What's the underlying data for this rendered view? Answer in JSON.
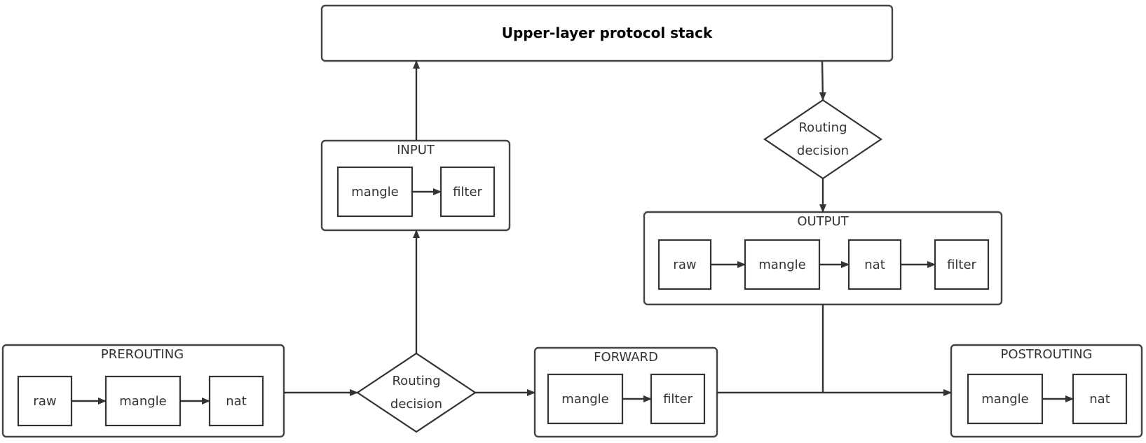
{
  "top_box": {
    "label": "Upper-layer protocol stack"
  },
  "chains": {
    "prerouting": {
      "title": "PREROUTING",
      "tables": [
        "raw",
        "mangle",
        "nat"
      ]
    },
    "input": {
      "title": "INPUT",
      "tables": [
        "mangle",
        "filter"
      ]
    },
    "forward": {
      "title": "FORWARD",
      "tables": [
        "mangle",
        "filter"
      ]
    },
    "output": {
      "title": "OUTPUT",
      "tables": [
        "raw",
        "mangle",
        "nat",
        "filter"
      ]
    },
    "postrouting": {
      "title": "POSTROUTING",
      "tables": [
        "mangle",
        "nat"
      ]
    }
  },
  "decisions": {
    "main": {
      "line1": "Routing",
      "line2": "decision"
    },
    "output": {
      "line1": "Routing",
      "line2": "decision"
    }
  },
  "colors": {
    "stroke": "#333333",
    "background": "#ffffff"
  }
}
